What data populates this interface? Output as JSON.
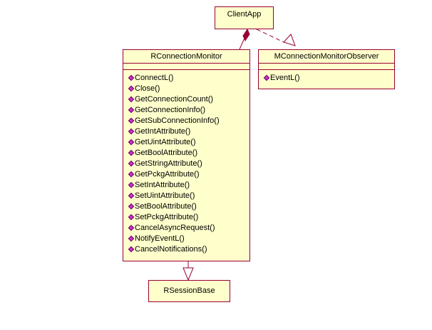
{
  "classes": {
    "client_app": {
      "name": "ClientApp"
    },
    "rconnection_monitor": {
      "name": "RConnectionMonitor",
      "operations": [
        "ConnectL()",
        "Close()",
        "GetConnectionCount()",
        "GetConnectionInfo()",
        "GetSubConnectionInfo()",
        "GetIntAttribute()",
        "GetUintAttribute()",
        "GetBoolAttribute()",
        "GetStringAttribute()",
        "GetPckgAttribute()",
        "SetIntAttribute()",
        "SetUintAttribute()",
        "SetBoolAttribute()",
        "SetPckgAttribute()",
        "CancelAsyncRequest()",
        "NotifyEventL()",
        "CancelNotifications()"
      ]
    },
    "mconnection_monitor_observer": {
      "name": "MConnectionMonitorObserver",
      "operations": [
        "EventL()"
      ]
    },
    "rsession_base": {
      "name": "RSessionBase"
    }
  },
  "colors": {
    "fill": "#ffffcc",
    "border": "#990033",
    "operation_icon": "#cc33cc"
  },
  "relations": [
    {
      "from": "ClientApp",
      "to": "RConnectionMonitor",
      "kind": "composition"
    },
    {
      "from": "ClientApp",
      "to": "MConnectionMonitorObserver",
      "kind": "realization"
    },
    {
      "from": "RConnectionMonitor",
      "to": "RSessionBase",
      "kind": "generalization"
    }
  ]
}
